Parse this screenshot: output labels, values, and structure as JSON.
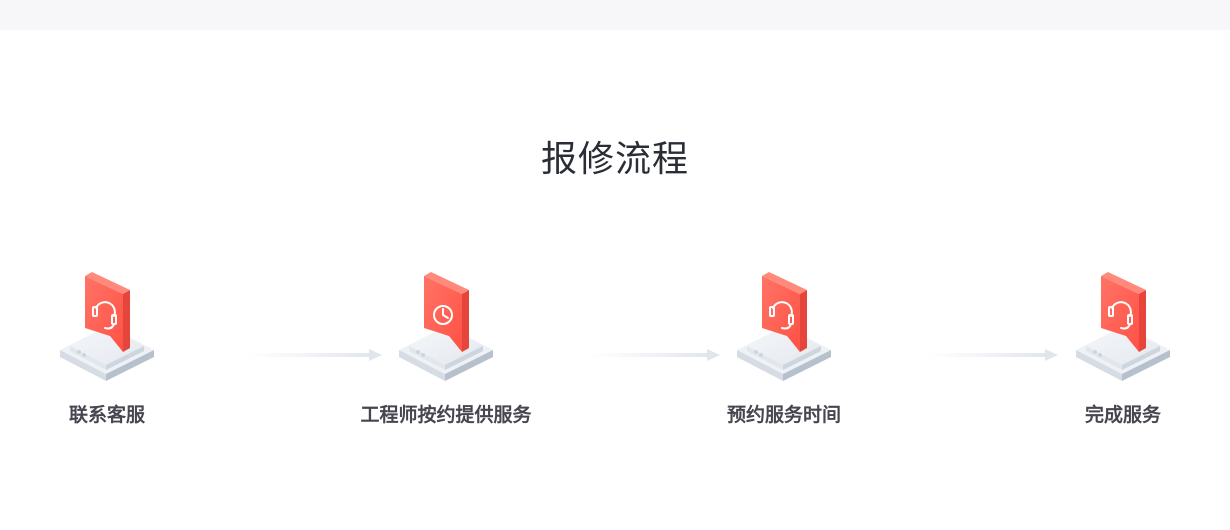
{
  "header": {
    "band_color": "#f7f7fa"
  },
  "page": {
    "title": "报修流程"
  },
  "colors": {
    "accent": "#ff5f52",
    "accent_dark": "#e5453b",
    "label": "#45464f",
    "title": "#2b2d36",
    "arrow": "#e6e9ef"
  },
  "steps": [
    {
      "label": "联系客服",
      "icon": "headset-icon"
    },
    {
      "label": "工程师按约提供服务",
      "icon": "clock-icon"
    },
    {
      "label": "预约服务时间",
      "icon": "headset-icon"
    },
    {
      "label": "完成服务",
      "icon": "headset-icon"
    }
  ],
  "arrows": [
    {
      "from": 0,
      "to": 1
    },
    {
      "from": 1,
      "to": 2
    },
    {
      "from": 2,
      "to": 3
    }
  ]
}
